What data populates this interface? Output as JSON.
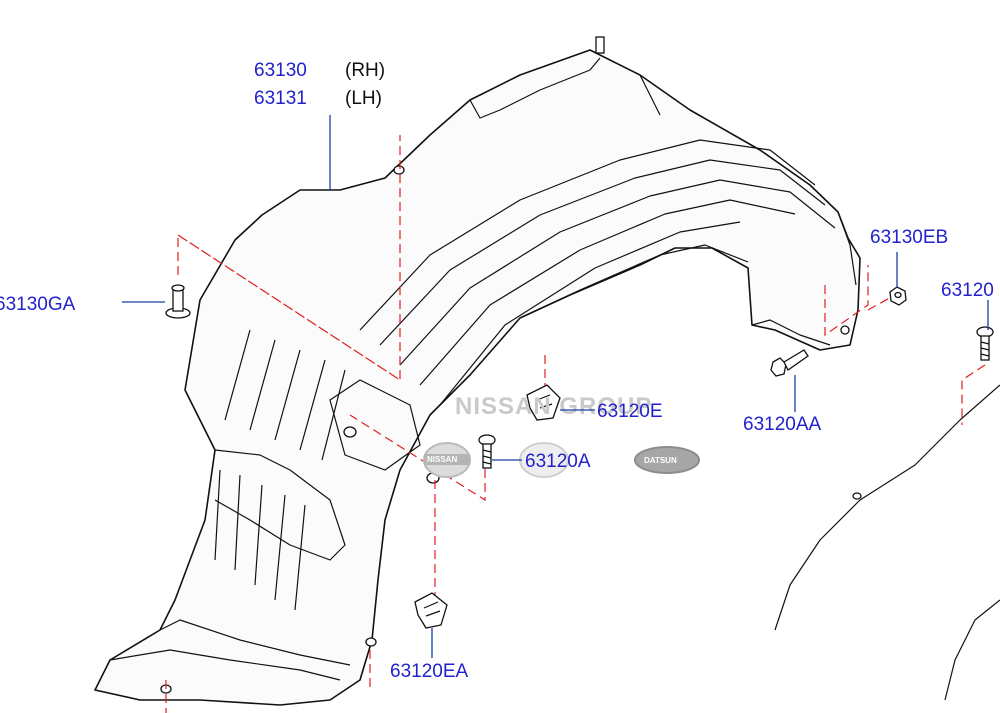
{
  "diagram": {
    "watermark": "NISSAN GROUP",
    "logos": {
      "nissan": "NISSAN",
      "datsun": "DATSUN"
    },
    "callouts": [
      {
        "id": "63130",
        "part": "63130",
        "side": "(RH)"
      },
      {
        "id": "63131",
        "part": "63131",
        "side": "(LH)"
      },
      {
        "id": "63130GA",
        "part": "63130GA"
      },
      {
        "id": "63130EB",
        "part": "63130EB"
      },
      {
        "id": "63120-edge",
        "part": "63120"
      },
      {
        "id": "63120E",
        "part": "63120E"
      },
      {
        "id": "63120A",
        "part": "63120A"
      },
      {
        "id": "63120AA",
        "part": "63120AA"
      },
      {
        "id": "63120EA",
        "part": "63120EA"
      }
    ],
    "colors": {
      "part_number": "#2222cc",
      "leader": "#1a3fa8",
      "dash": "#e02020",
      "line": "#111111"
    }
  }
}
